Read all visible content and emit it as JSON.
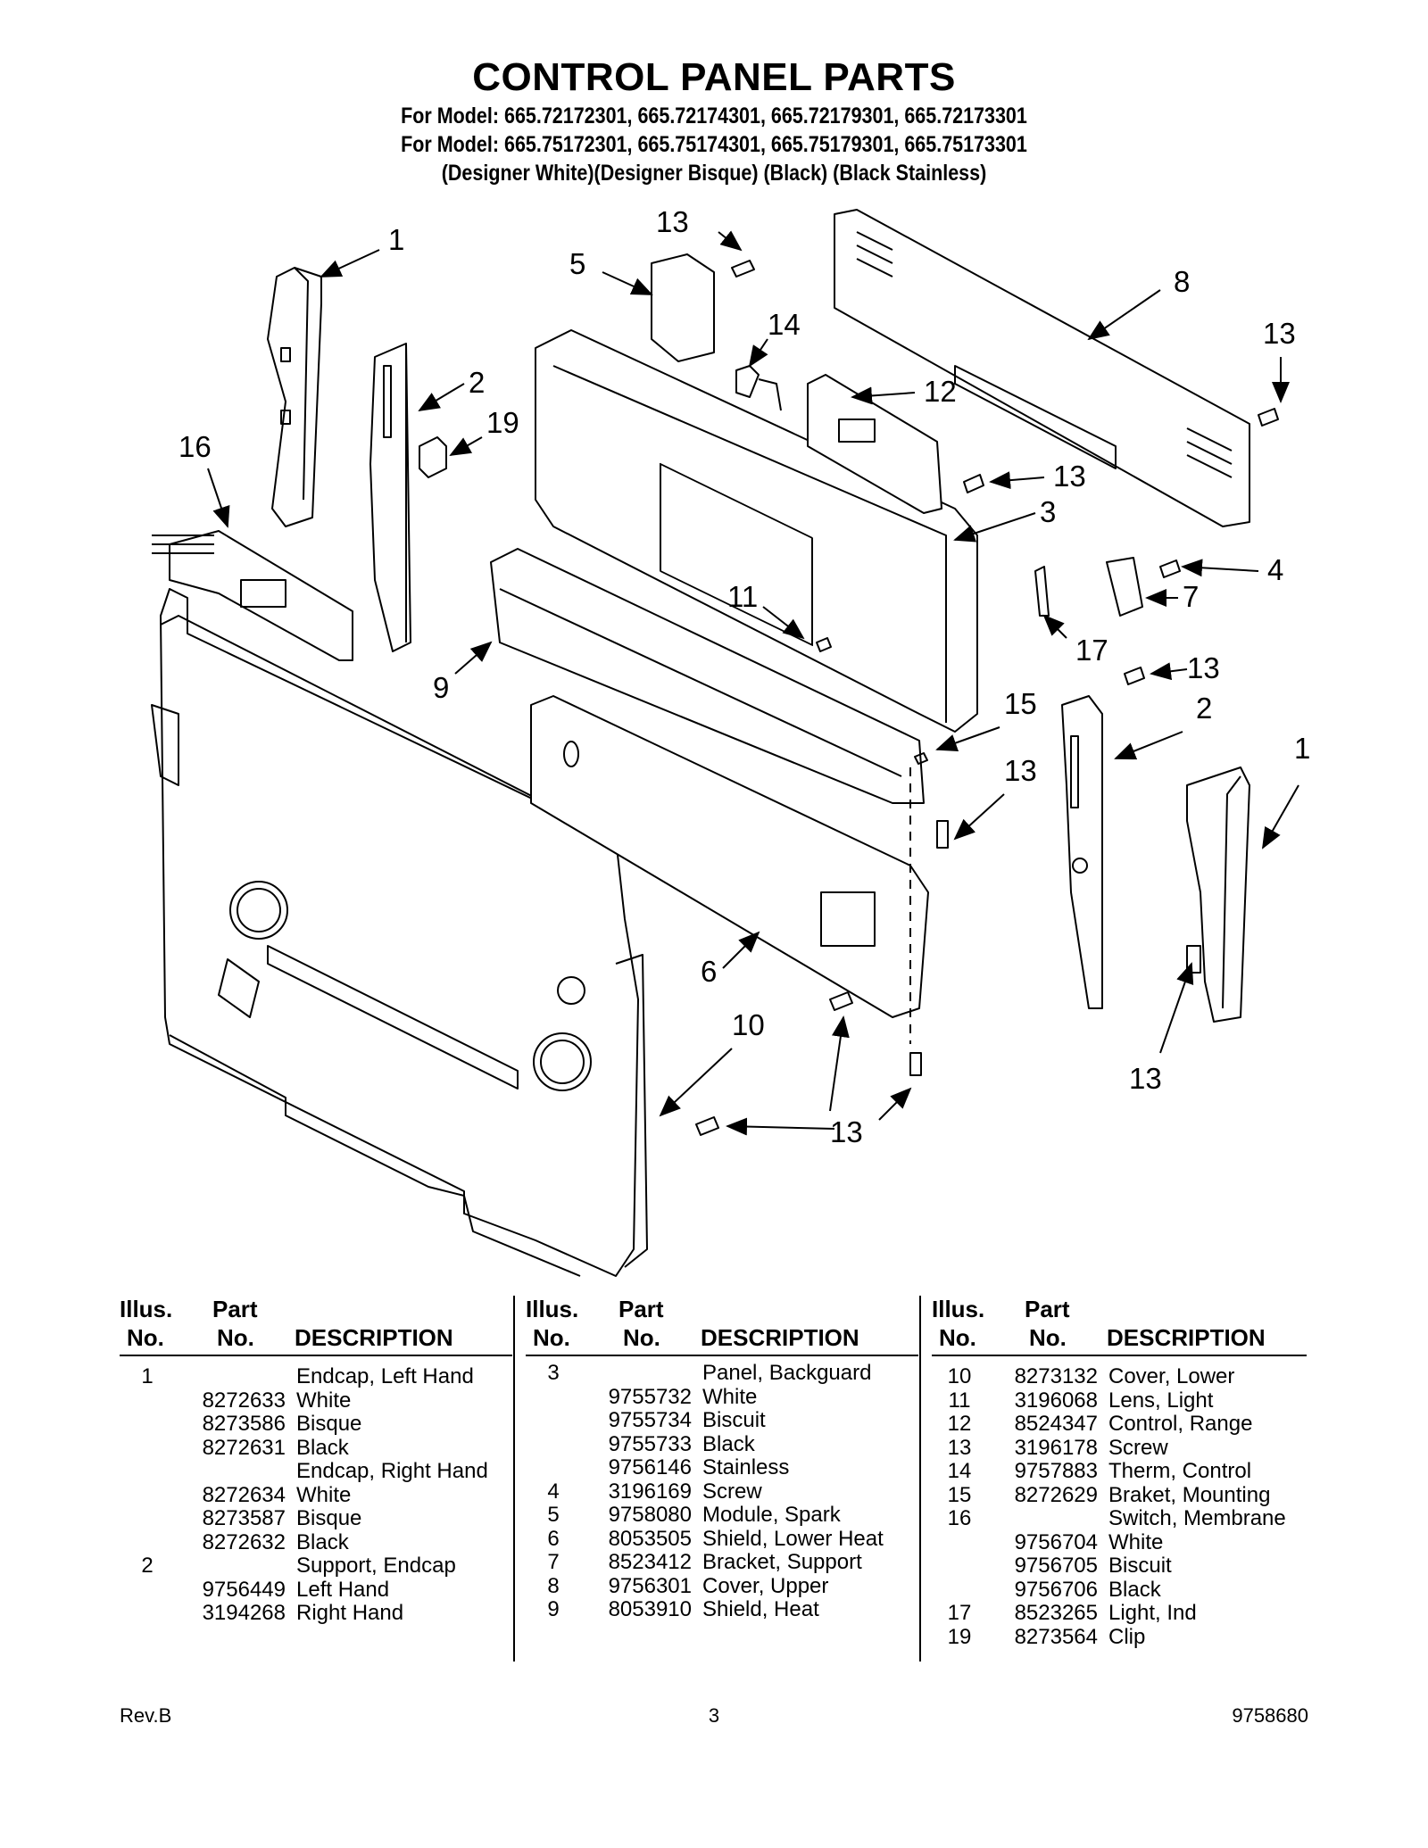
{
  "title": "CONTROL PANEL PARTS",
  "models": [
    "For Model: 665.72172301, 665.72174301, 665.72179301, 665.72173301",
    "For Model: 665.75172301, 665.75174301, 665.75179301, 665.75173301",
    "(Designer White)(Designer Bisque) (Black)     (Black Stainless)"
  ],
  "callouts": {
    "c1a": "1",
    "c1b": "1",
    "c2a": "2",
    "c2b": "2",
    "c3": "3",
    "c4": "4",
    "c5": "5",
    "c6": "6",
    "c7": "7",
    "c8": "8",
    "c9": "9",
    "c10": "10",
    "c11": "11",
    "c12": "12",
    "c13a": "13",
    "c13b": "13",
    "c13c": "13",
    "c13d": "13",
    "c13e": "13",
    "c13f": "13",
    "c13g": "13",
    "c14": "14",
    "c15": "15",
    "c16": "16",
    "c17": "17",
    "c19": "19"
  },
  "table_header": {
    "illus_1": "Illus.",
    "illus_2": "No.",
    "part_1": "Part",
    "part_2": "No.",
    "desc": "DESCRIPTION"
  },
  "columns": [
    {
      "rows": [
        {
          "illus": "1",
          "part": "",
          "desc": "Endcap, Left Hand"
        },
        {
          "illus": "",
          "part": "8272633",
          "desc": "White"
        },
        {
          "illus": "",
          "part": "8273586",
          "desc": "Bisque"
        },
        {
          "illus": "",
          "part": "8272631",
          "desc": "Black"
        },
        {
          "illus": "",
          "part": "",
          "desc": "Endcap, Right Hand"
        },
        {
          "illus": "",
          "part": "8272634",
          "desc": "White"
        },
        {
          "illus": "",
          "part": "8273587",
          "desc": "Bisque"
        },
        {
          "illus": "",
          "part": "8272632",
          "desc": "Black"
        },
        {
          "illus": "2",
          "part": "",
          "desc": "Support, Endcap"
        },
        {
          "illus": "",
          "part": "9756449",
          "desc": "Left Hand"
        },
        {
          "illus": "",
          "part": "3194268",
          "desc": "Right Hand"
        }
      ]
    },
    {
      "rows": [
        {
          "illus": "3",
          "part": "",
          "desc": "Panel, Backguard"
        },
        {
          "illus": "",
          "part": "9755732",
          "desc": "White"
        },
        {
          "illus": "",
          "part": "9755734",
          "desc": "Biscuit"
        },
        {
          "illus": "",
          "part": "9755733",
          "desc": "Black"
        },
        {
          "illus": "",
          "part": "9756146",
          "desc": "Stainless"
        },
        {
          "illus": "4",
          "part": "3196169",
          "desc": "Screw"
        },
        {
          "illus": "5",
          "part": "9758080",
          "desc": "Module, Spark"
        },
        {
          "illus": "6",
          "part": "8053505",
          "desc": "Shield, Lower Heat"
        },
        {
          "illus": "7",
          "part": "8523412",
          "desc": "Bracket, Support"
        },
        {
          "illus": "8",
          "part": "9756301",
          "desc": "Cover, Upper"
        },
        {
          "illus": "9",
          "part": "8053910",
          "desc": "Shield, Heat"
        }
      ]
    },
    {
      "rows": [
        {
          "illus": "10",
          "part": "8273132",
          "desc": "Cover, Lower"
        },
        {
          "illus": "11",
          "part": "3196068",
          "desc": "Lens, Light"
        },
        {
          "illus": "12",
          "part": "8524347",
          "desc": "Control, Range"
        },
        {
          "illus": "13",
          "part": "3196178",
          "desc": "Screw"
        },
        {
          "illus": "14",
          "part": "9757883",
          "desc": "Therm, Control"
        },
        {
          "illus": "15",
          "part": "8272629",
          "desc": "Braket, Mounting"
        },
        {
          "illus": "16",
          "part": "",
          "desc": "Switch, Membrane"
        },
        {
          "illus": "",
          "part": "9756704",
          "desc": "White"
        },
        {
          "illus": "",
          "part": "9756705",
          "desc": "Biscuit"
        },
        {
          "illus": "",
          "part": "9756706",
          "desc": "Black"
        },
        {
          "illus": "17",
          "part": "8523265",
          "desc": "Light, Ind"
        },
        {
          "illus": "19",
          "part": "8273564",
          "desc": "Clip"
        }
      ]
    }
  ],
  "footer": {
    "rev": "Rev.B",
    "page": "3",
    "doc_number": "9758680"
  }
}
